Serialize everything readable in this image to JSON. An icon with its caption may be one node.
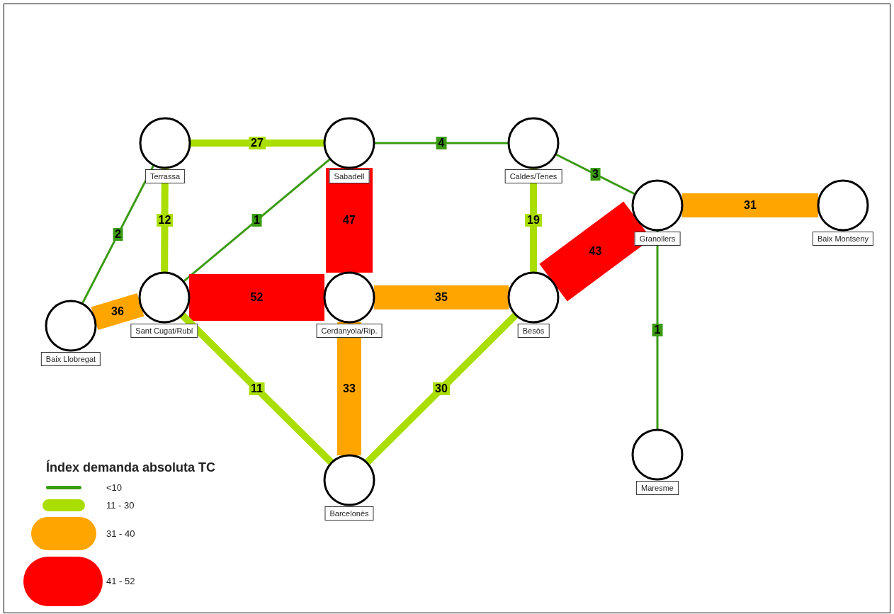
{
  "diagram": {
    "nodes": [
      {
        "text": [
          "Terrassa"
        ]
      },
      {
        "text": [
          "Sabadell"
        ]
      },
      {
        "text": [
          "Caldes/Tenes"
        ]
      },
      {
        "text": [
          "Granollers"
        ]
      },
      {
        "text": [
          "Baix Montseny"
        ]
      },
      {
        "text": [
          "Baix Llobregat"
        ]
      },
      {
        "text": [
          "Sant Cugat/Rubí"
        ]
      },
      {
        "text": [
          "Cerdanyola/Rip."
        ]
      },
      {
        "text": [
          "Besòs"
        ]
      },
      {
        "text": [
          "Maresme"
        ]
      },
      {
        "text": [
          "Barcelonès"
        ]
      }
    ],
    "edges": [
      {
        "from": 0,
        "to": 1,
        "arrow": "none",
        "label": "27",
        "color": "#aade00"
      },
      {
        "from": 1,
        "to": 2,
        "arrow": "none",
        "label": "4",
        "color": "#3a9b12"
      },
      {
        "from": 2,
        "to": 3,
        "arrow": "none",
        "label": "3",
        "color": "#3a9b12"
      },
      {
        "from": 3,
        "to": 4,
        "arrow": "none",
        "label": "31",
        "color": "#ffa500",
        "style": "thick"
      },
      {
        "from": 0,
        "to": 5,
        "arrow": "none",
        "label": "2",
        "color": "#3a9b12"
      },
      {
        "from": 0,
        "to": 6,
        "arrow": "none",
        "label": "12",
        "color": "#aade00"
      },
      {
        "from": 6,
        "to": 1,
        "arrow": "none",
        "label": "1",
        "color": "#3a9b12"
      },
      {
        "from": 1,
        "to": 7,
        "arrow": "none",
        "label": "47",
        "color": "#ff0000",
        "style": "thick"
      },
      {
        "from": 2,
        "to": 8,
        "arrow": "none",
        "label": "19",
        "color": "#aade00"
      },
      {
        "from": 8,
        "to": 3,
        "arrow": "none",
        "label": "43",
        "color": "#ff0000",
        "style": "thick"
      },
      {
        "from": 5,
        "to": 6,
        "arrow": "none",
        "label": "36",
        "color": "#ffa500",
        "style": "thick"
      },
      {
        "from": 6,
        "to": 7,
        "arrow": "none",
        "label": "52",
        "color": "#ff0000",
        "style": "thick"
      },
      {
        "from": 7,
        "to": 8,
        "arrow": "none",
        "label": "35",
        "color": "#ffa500",
        "style": "thick"
      },
      {
        "from": 3,
        "to": 9,
        "arrow": "none",
        "label": "1",
        "color": "#3a9b12"
      },
      {
        "from": 6,
        "to": 10,
        "arrow": "none",
        "label": "11",
        "color": "#aade00"
      },
      {
        "from": 7,
        "to": 10,
        "arrow": "none",
        "label": "33",
        "color": "#ffa500",
        "style": "thick"
      },
      {
        "from": 8,
        "to": 10,
        "arrow": "none",
        "label": "30",
        "color": "#aade00"
      }
    ],
    "labels": [
      "Índex demanda absoluta TC"
    ],
    "legend": [
      {
        "text": "<10",
        "color": "#3a9b12"
      },
      {
        "text": "11 - 30",
        "color": "#aade00"
      },
      {
        "text": "31 - 40",
        "color": "#ffa500"
      },
      {
        "text": "41 - 52",
        "color": "#ff0000"
      }
    ]
  }
}
